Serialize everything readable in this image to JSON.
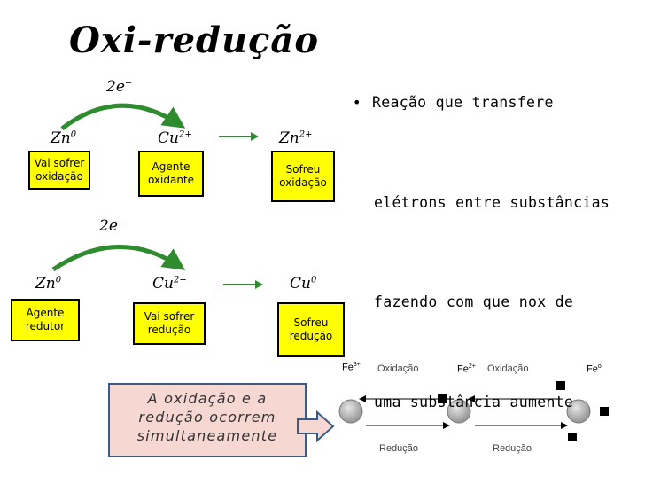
{
  "title": "Oxi-redução",
  "bullet": {
    "lines": [
      "Reação que transfere",
      "elétrons entre substâncias",
      "fazendo com que nox de",
      "uma substância aumente"
    ]
  },
  "diagram1": {
    "electrons": {
      "base": "2e",
      "sup": "−"
    },
    "species": [
      {
        "base": "Zn",
        "sup": "0"
      },
      {
        "base": "Cu",
        "sup": "2+"
      },
      {
        "base": "Zn",
        "sup": "2+"
      }
    ],
    "boxes": [
      {
        "line1": "Vai sofrer",
        "line2": "oxidação"
      },
      {
        "line1": "Agente",
        "line2": "oxidante"
      },
      {
        "line1": "Sofreu",
        "line2": "oxidação"
      }
    ]
  },
  "diagram2": {
    "electrons": {
      "base": "2e",
      "sup": "−"
    },
    "species": [
      {
        "base": "Zn",
        "sup": "0"
      },
      {
        "base": "Cu",
        "sup": "2+"
      },
      {
        "base": "Cu",
        "sup": "0"
      }
    ],
    "boxes": [
      {
        "line1": "Agente",
        "line2": "redutor"
      },
      {
        "line1": "Vai sofrer",
        "line2": "redução"
      },
      {
        "line1": "Sofreu",
        "line2": "redução"
      }
    ]
  },
  "callout": {
    "lines": [
      "A oxidação e a",
      "redução ocorrem",
      "simultaneamente"
    ]
  },
  "iron": {
    "ions": [
      {
        "base": "Fe",
        "sup": "3+"
      },
      {
        "base": "Fe",
        "sup": "2+"
      },
      {
        "base": "Fe",
        "sup": "o"
      }
    ],
    "oxidation_label": "Oxidação",
    "reduction_label": "Redução"
  },
  "colors": {
    "arrow_green": "#2e8b2e",
    "box_yellow": "#ffff00",
    "callout_bg": "#f7d7d2"
  }
}
